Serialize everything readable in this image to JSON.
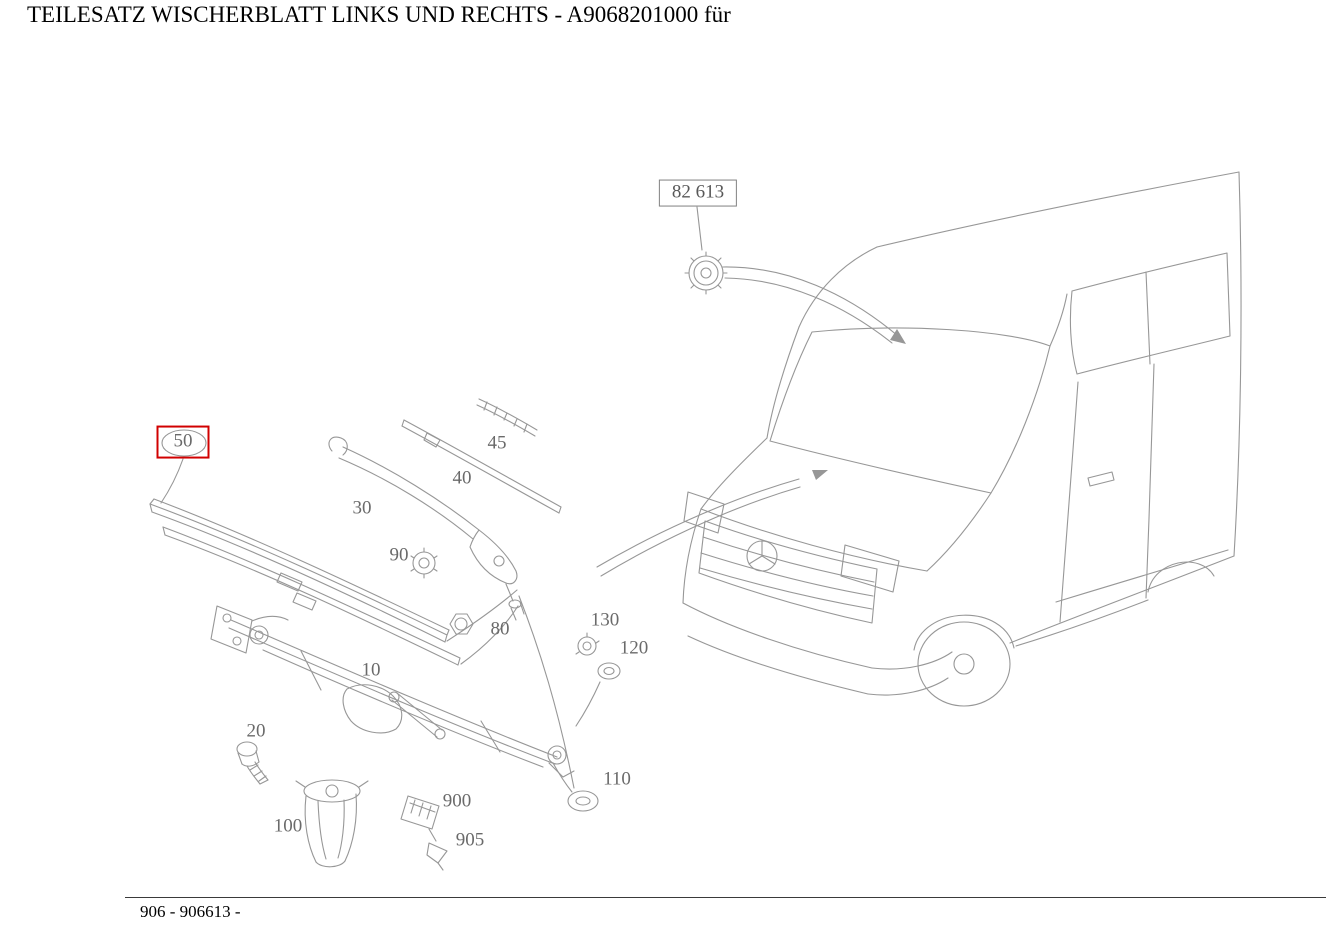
{
  "page": {
    "title": "TEILESATZ WISCHERBLATT LINKS UND RECHTS - A9068201000 für",
    "footer_model_code": "906 - 906613 -"
  },
  "diagram": {
    "colors": {
      "line": "#979797",
      "label": "#6a6a6a",
      "highlight": "#d10000"
    },
    "boxed_callout": {
      "label": "82 613"
    },
    "highlighted_callout": {
      "label": "50"
    },
    "callouts": [
      {
        "label": "45"
      },
      {
        "label": "40"
      },
      {
        "label": "30"
      },
      {
        "label": "90"
      },
      {
        "label": "80"
      },
      {
        "label": "10"
      },
      {
        "label": "130"
      },
      {
        "label": "120"
      },
      {
        "label": "20"
      },
      {
        "label": "110"
      },
      {
        "label": "900"
      },
      {
        "label": "905"
      },
      {
        "label": "100"
      }
    ]
  }
}
